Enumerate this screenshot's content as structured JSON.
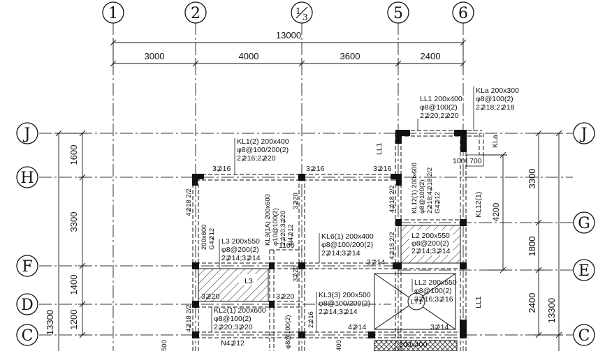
{
  "columns": {
    "a1": "1",
    "a2": "2",
    "a3_top": "1",
    "a3_bottom": "3",
    "a5": "5",
    "a6": "6"
  },
  "rows": {
    "J": "J",
    "H": "H",
    "G": "G",
    "F": "F",
    "E": "E",
    "D": "D",
    "C": "C"
  },
  "dims": {
    "total_top": "13000",
    "d12": "3000",
    "d23": "4000",
    "d35": "3600",
    "d56": "2400",
    "left_JH": "1600",
    "left_HF": "3300",
    "left_FD": "1400",
    "left_DC": "1200",
    "left_total": "13300",
    "right_JG": "3300",
    "right_GE": "1800",
    "right_EC": "2400",
    "right_total": "13300",
    "inner_4200": "4200",
    "d100": "100",
    "d700": "700",
    "d1100": "1100"
  },
  "notes": {
    "LL1": [
      "LL1 200x400",
      "φ8@100(2)",
      "2⊉20;2⊉20"
    ],
    "KLa": [
      "KLa 200x300",
      "φ8@100(2)",
      "2⊉18;2⊉18"
    ],
    "KL1": [
      "KL1(2) 200x400",
      "φ8@100/200(2)",
      "2⊉16;2⊉20"
    ],
    "KL6": [
      "KL6(1) 200x400",
      "φ8@100/200(2)",
      "2⊉14;3⊉14"
    ],
    "L3": [
      "L3 200x550",
      "φ8@200(2)",
      "2⊉14;3⊉14"
    ],
    "L2": [
      "L2 200x550",
      "φ8@200(2)",
      "2⊉14;3⊉14"
    ],
    "LL2": [
      "LL2 200x550",
      "φ8@100(2)",
      "3⊉16;3⊉16"
    ],
    "KL3": [
      "KL3(3) 200x500",
      "φ8@100/200(2)",
      "2⊉14;3⊉14"
    ],
    "KL2": [
      "KL2(1) 200x600",
      "φ8@100(2)",
      "2⊉20;3⊉20"
    ]
  },
  "labels": {
    "r3o16a": "3⊉16",
    "r3o16b": "3⊉16",
    "r3o16c": "3⊉16",
    "r3o14": "3⊉14",
    "r3o14b": "3⊉14",
    "r4o14": "4⊉14",
    "r3o20a": "3⊉20",
    "r3o20b": "3⊉20",
    "r3o20c": "3⊉20",
    "LL1v": "LL1",
    "LL1v2": "LL1",
    "KLa_v": "KLa",
    "KL12": "KL12(1)",
    "L3tag": "L3",
    "LT1": "LT1",
    "N4o12": "N4⊉12",
    "r200x400": "200x400",
    "kl9": [
      "KL9(1A) 200x600",
      "φ10@100(2)",
      "2⊉20;3⊉20",
      "N4⊉12"
    ],
    "kl12v": [
      "KL12(1) 200x600",
      "φ8@100(2)",
      "2⊉18;4⊉18 2/2",
      "G4⊉12"
    ],
    "w200x600": [
      "200x600",
      "G4⊉12"
    ],
    "v418a": "4⊉18 2/2",
    "v418b": "4⊉18 2/2",
    "v418c": "4⊉18 2/2",
    "v418d": "4⊉18 2/2",
    "bottom500": "500",
    "bottom400": "400",
    "kl9b": "φ8@100(2)",
    "r2o16": "2⊉16"
  }
}
